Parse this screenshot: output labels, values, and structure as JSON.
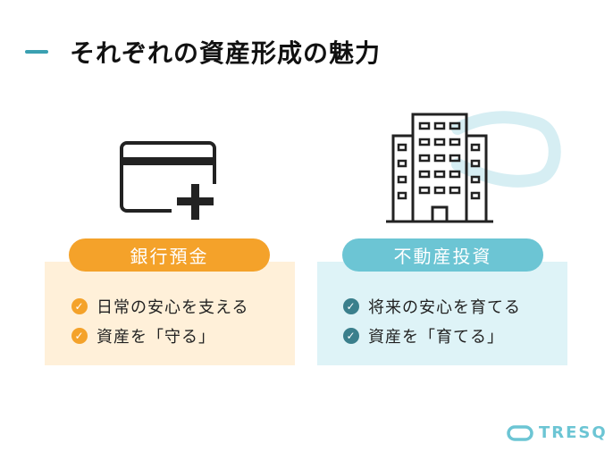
{
  "title": "それぞれの資産形成の魅力",
  "left": {
    "label": "銀行預金",
    "icon": "credit-card-plus-icon",
    "items": [
      "日常の安心を支える",
      "資産を「守る」"
    ],
    "accent": "#f4a22a",
    "panel_color": "#fff0d9"
  },
  "right": {
    "label": "不動産投資",
    "icon": "apartment-building-icon",
    "items": [
      "将来の安心を育てる",
      "資産を「育てる」"
    ],
    "accent": "#6cc5d4",
    "panel_color": "#def3f7"
  },
  "logo": {
    "text": "TRESQ",
    "color": "#6cc5d4"
  }
}
